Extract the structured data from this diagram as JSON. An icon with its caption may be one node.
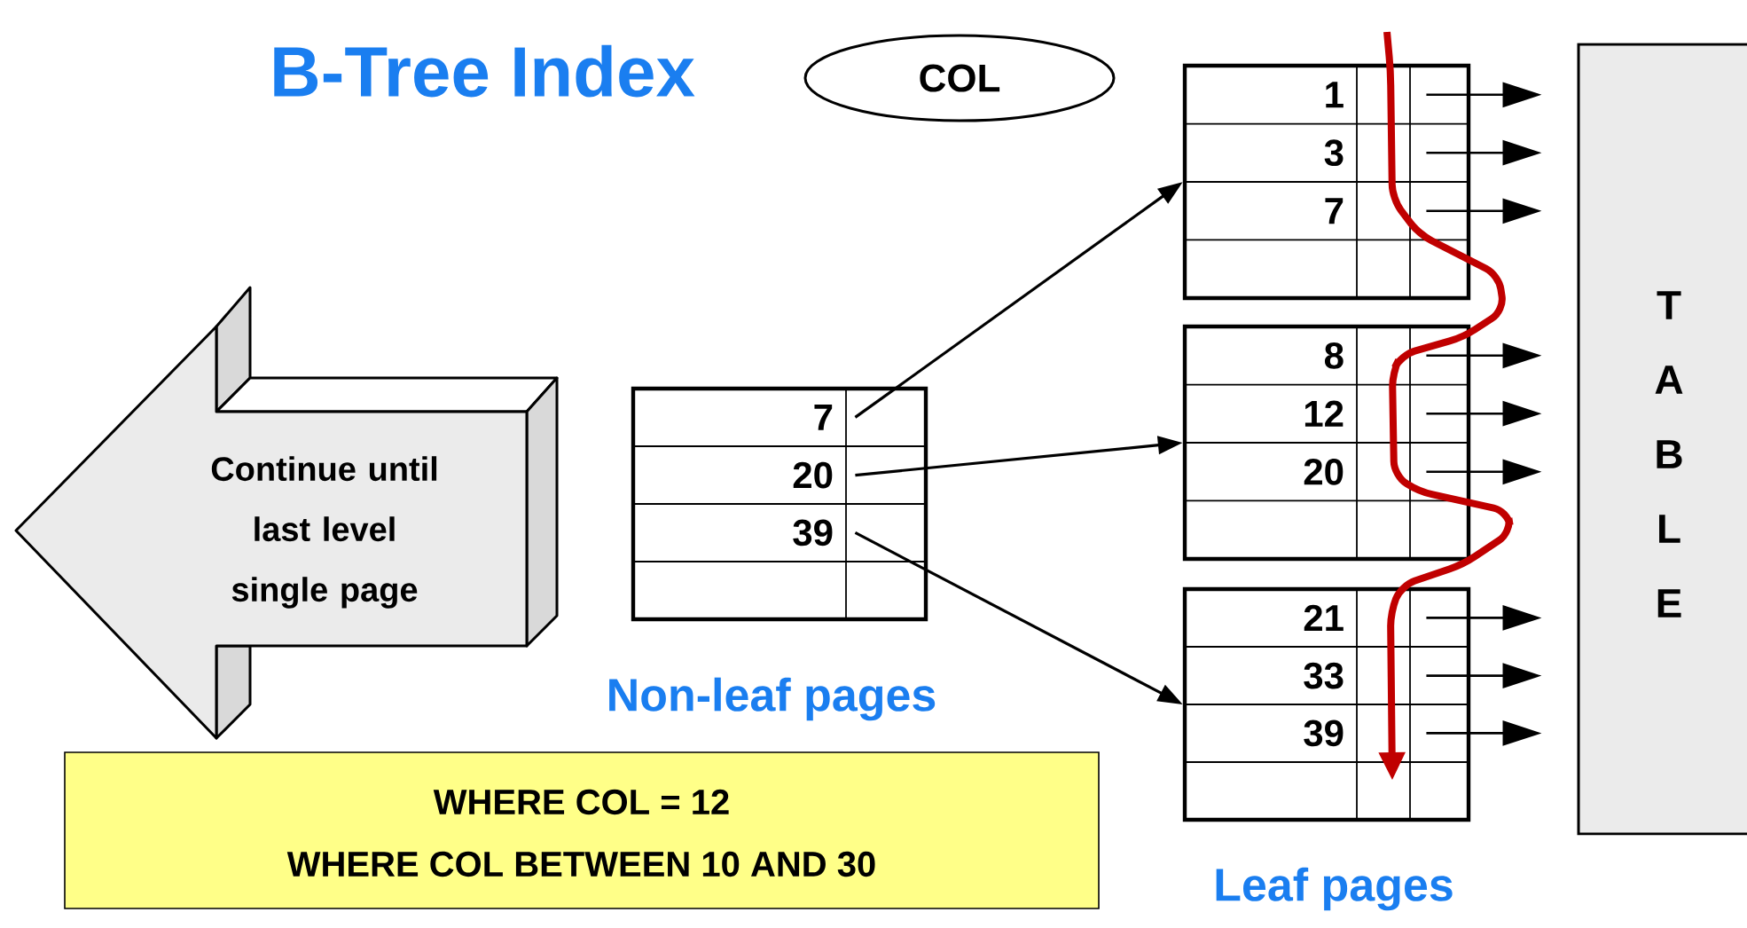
{
  "diagram": {
    "title": "B-Tree Index",
    "nodes": [
      {
        "text": [
          "COL"
        ]
      },
      {
        "text": [],
        "shape": "box"
      },
      {
        "text": [
          "7"
        ],
        "in": 1
      },
      {
        "text": [
          "20"
        ],
        "in": 1
      },
      {
        "text": [
          "39"
        ],
        "in": 1
      },
      {
        "text": [],
        "shape": "box"
      },
      {
        "text": [
          "1"
        ],
        "in": 5
      },
      {
        "text": [
          "3"
        ],
        "in": 5
      },
      {
        "text": [
          "7"
        ],
        "in": 5
      },
      {
        "text": [],
        "shape": "box"
      },
      {
        "text": [
          "8"
        ],
        "in": 9
      },
      {
        "text": [
          "12"
        ],
        "in": 9
      },
      {
        "text": [
          "20"
        ],
        "in": 9
      },
      {
        "text": [],
        "shape": "box"
      },
      {
        "text": [
          "21"
        ],
        "in": 13
      },
      {
        "text": [
          "33"
        ],
        "in": 13
      },
      {
        "text": [
          "39"
        ],
        "in": 13
      },
      {
        "text": [
          "T A B L E"
        ]
      },
      {
        "text": [
          "Continue until last level single page"
        ]
      },
      {
        "text": [
          "WHERE COL = 12",
          "WHERE COL BETWEEN 10 AND 30"
        ]
      }
    ],
    "edges": [
      {
        "from": 2,
        "to": 5,
        "arrow": "to"
      },
      {
        "from": 3,
        "to": 9,
        "arrow": "to"
      },
      {
        "from": 4,
        "to": 13,
        "arrow": "to"
      },
      {
        "from": 6,
        "to": 17,
        "arrow": "to"
      },
      {
        "from": 7,
        "to": 17,
        "arrow": "to"
      },
      {
        "from": 8,
        "to": 17,
        "arrow": "to"
      },
      {
        "from": 10,
        "to": 17,
        "arrow": "to"
      },
      {
        "from": 11,
        "to": 17,
        "arrow": "to"
      },
      {
        "from": 12,
        "to": 17,
        "arrow": "to"
      },
      {
        "from": 14,
        "to": 17,
        "arrow": "to"
      },
      {
        "from": 15,
        "to": 17,
        "arrow": "to"
      },
      {
        "from": 16,
        "to": 17,
        "arrow": "to"
      }
    ],
    "labels": [
      "Non-leaf pages",
      "Leaf pages"
    ]
  }
}
